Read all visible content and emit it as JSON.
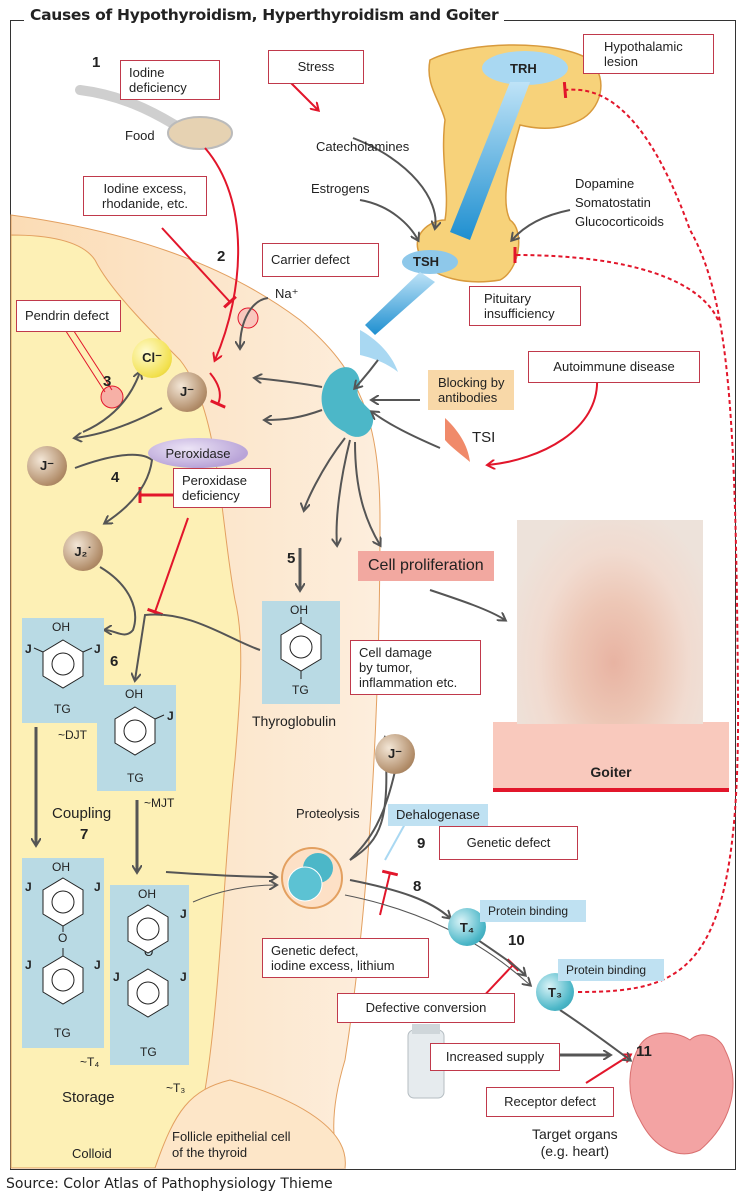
{
  "title": "Causes of Hypothyroidism, Hyperthyroidism and Goiter",
  "source": "Source: Color Atlas of Pathophysiology Thieme",
  "colors": {
    "defect_box_border": "#c0394b",
    "inhibition_arrow": "#e2162b",
    "flow_arrow": "#555555",
    "hormone_blue": "#2a9bd6",
    "cell_fill": "#fde6c8",
    "colloid_fill": "#fdf0b5",
    "molecule_bg": "#b9dae4",
    "blocking_bg": "#f8d8a8",
    "cell_proliferation_bg": "#f2a8a0",
    "goiter_bg": "#f9c9bd"
  },
  "step_numbers": [
    "1",
    "2",
    "3",
    "4",
    "5",
    "6",
    "7",
    "8",
    "9",
    "10",
    "11"
  ],
  "defect_boxes": {
    "iodine_deficiency": "Iodine\ndeficiency",
    "stress": "Stress",
    "hypothalamic_lesion": "Hypothalamic\nlesion",
    "iodine_excess": "Iodine excess,\nrhodanide, etc.",
    "carrier_defect": "Carrier defect",
    "pendrin_defect": "Pendrin defect",
    "pituitary_insufficiency": "Pituitary\ninsufficiency",
    "autoimmune_disease": "Autoimmune disease",
    "peroxidase_deficiency": "Peroxidase\ndeficiency",
    "cell_damage": "Cell damage\nby tumor,\ninflammation etc.",
    "genetic_defect": "Genetic defect",
    "genetic_defect_iodine_lithium": "Genetic defect,\niodine excess, lithium",
    "defective_conversion": "Defective conversion",
    "increased_supply": "Increased supply",
    "receptor_defect": "Receptor defect"
  },
  "labels": {
    "food": "Food",
    "catecholamines": "Catecholamines",
    "estrogens": "Estrogens",
    "inhibitors": "Dopamine\nSomatostatin\nGlucocorticoids",
    "trh": "TRH",
    "tsh": "TSH",
    "na": "Na⁺",
    "tsi": "TSI",
    "blocking": "Blocking by\nantibodies",
    "cell_proliferation": "Cell proliferation",
    "peroxidase": "Peroxidase",
    "chloride": "Cl⁻",
    "iodide": "J⁻",
    "iodine_radical": "J₂˙",
    "thyroglobulin": "Thyroglobulin",
    "coupling": "Coupling",
    "proteolysis": "Proteolysis",
    "dehalogenase": "Dehalogenase",
    "protein_binding": "Protein binding",
    "t4": "T₄",
    "t3": "T₃",
    "storage": "Storage",
    "colloid": "Colloid",
    "follicle_cell": "Follicle epithelial cell\nof the thyroid",
    "target_organs": "Target organs\n(e.g. heart)",
    "goiter": "Goiter"
  },
  "molecules": {
    "oh": "OH",
    "tg": "TG",
    "j": "J",
    "o": "O",
    "djt": "~DJT",
    "mjt": "~MJT",
    "t4_stored": "~T₄",
    "t3_stored": "~T₃"
  }
}
